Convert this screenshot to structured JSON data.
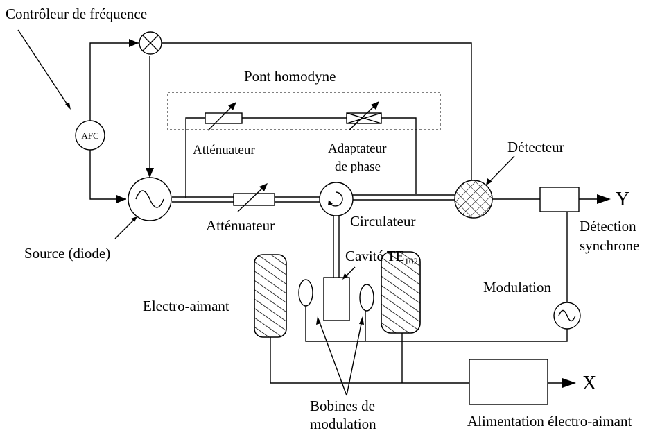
{
  "labels": {
    "frequency_controller": "Contrôleur de fréquence",
    "afc": "AFC",
    "homodyne_bridge": "Pont homodyne",
    "attenuator_bridge": "Atténuateur",
    "phase_adapter_line1": "Adaptateur",
    "phase_adapter_line2": "de phase",
    "detector": "Détecteur",
    "attenuator_main": "Atténuateur",
    "circulator": "Circulateur",
    "source": "Source (diode)",
    "sync_detection_line1": "Détection",
    "sync_detection_line2": "synchrone",
    "cavity": "Cavité TE",
    "cavity_subscript": "102",
    "modulation": "Modulation",
    "electromagnet": "Electro-aimant",
    "modulation_coils_line1": "Bobines de",
    "modulation_coils_line2": "modulation",
    "electromagnet_supply": "Alimentation électro-aimant",
    "output_y": "Y",
    "output_x": "X"
  }
}
